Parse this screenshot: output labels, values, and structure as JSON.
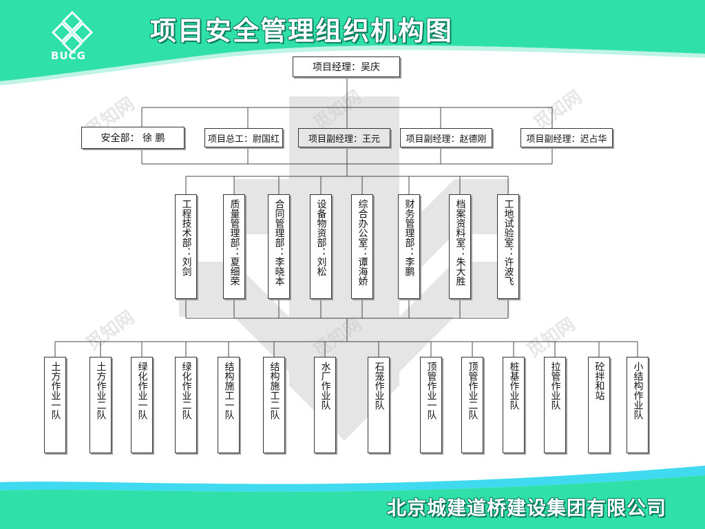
{
  "header": {
    "title": "项目安全管理组织机构图",
    "logo_text": "BUCG"
  },
  "watermark": "觅知网",
  "top": {
    "label": "项目经理：吴庆"
  },
  "level2": [
    {
      "label": "安全部：  徐 鹏"
    },
    {
      "label": "项目总工：尉国红"
    },
    {
      "label": "项目副经理：王元"
    },
    {
      "label": "项目副经理：赵德刚"
    },
    {
      "label": "项目副经理：迟占华"
    }
  ],
  "level3": [
    {
      "label": "工程技术部：刘剑"
    },
    {
      "label": "质量管理部：夏细荣"
    },
    {
      "label": "合同管理部：李晓本"
    },
    {
      "label": "设备物资部：刘松"
    },
    {
      "label": "综合办公室：谭海娇"
    },
    {
      "label": "财务管理部：李鹏"
    },
    {
      "label": "档案资料室：朱大胜"
    },
    {
      "label": "工地试验室：许波飞"
    }
  ],
  "level4": [
    {
      "label": "土方作业一队"
    },
    {
      "label": "土方作业二队"
    },
    {
      "label": "绿化作业一队"
    },
    {
      "label": "绿化作业二队"
    },
    {
      "label": "结构施工一队"
    },
    {
      "label": "结构施工二队"
    },
    {
      "label": "水厂作业队"
    },
    {
      "label": "石笼作业队"
    },
    {
      "label": "顶管作业一队"
    },
    {
      "label": "顶管作业二队"
    },
    {
      "label": "桩基作业队"
    },
    {
      "label": "拉管作业队"
    },
    {
      "label": "砼拌和站"
    },
    {
      "label": "小结构作业队"
    }
  ],
  "footer": {
    "company": "北京城建道桥建设集团有限公司"
  },
  "colors": {
    "brand": "#2fe0a8",
    "brand_dark": "#0a7a5e",
    "accent": "#3fd9f0"
  }
}
